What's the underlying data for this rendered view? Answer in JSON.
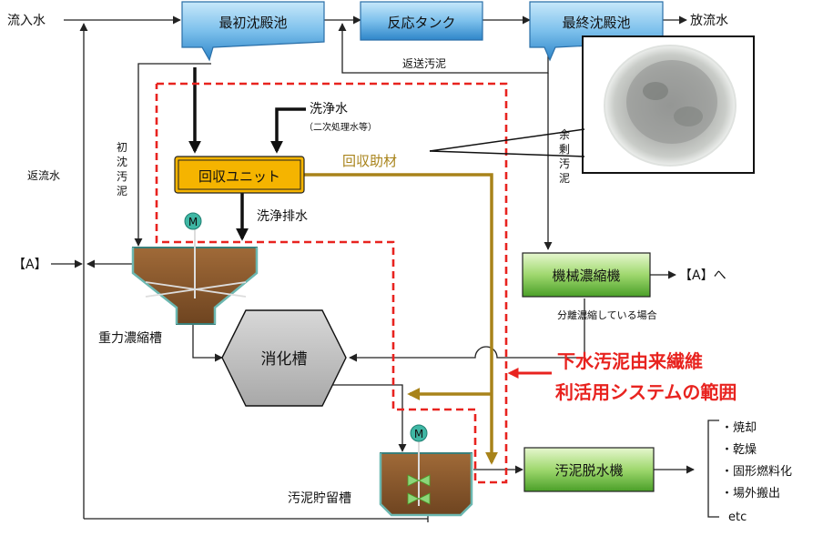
{
  "labels": {
    "inflow": "流入水",
    "primary_tank": "最初沈殿池",
    "reaction_tank": "反応タンク",
    "final_tank": "最終沈殿池",
    "effluent": "放流水",
    "return_sludge": "返送汚泥",
    "primary_sludge_v": [
      "初",
      "沈",
      "汚",
      "泥"
    ],
    "return_water": "返流水",
    "wash_water": "洗浄水",
    "wash_water_note": "（二次処理水等）",
    "recovery_unit": "回収ユニット",
    "recovery_aid": "回収助材",
    "wash_drain": "洗浄排水",
    "excess_sludge_v": [
      "余",
      "剰",
      "汚",
      "泥"
    ],
    "input_a": "【A】",
    "mech_thickener": "機械濃縮機",
    "to_a": "【A】へ",
    "separate_note": "分離濃縮している場合",
    "gravity_thickener": "重力濃縮槽",
    "digester": "消化槽",
    "system_scope_line1": "下水汚泥由来繊維",
    "system_scope_line2": "利活用システムの範囲",
    "dewatering": "汚泥脱水機",
    "storage_tank": "汚泥貯留槽",
    "motor": "M",
    "uses": [
      "・焼却",
      "・乾燥",
      "・固形燃料化",
      "・場外搬出"
    ],
    "uses_etc": "etc"
  },
  "colors": {
    "blue_box_top": "#bfe3f7",
    "blue_box_bottom": "#3a8fd0",
    "green_box_top": "#dff5c2",
    "green_box_bottom": "#4fae2c",
    "recovery_unit_fill": "#f5b400",
    "recovery_aid_line": "#a8831a",
    "scope_dash": "#e8231f",
    "scope_text": "#e8231f",
    "digester_fill": "#bcbcbc",
    "sludge_brown": "#8b5a2b",
    "motor_fill": "#3fb7a4"
  },
  "icons": [
    "sludge-fiber-photo",
    "motor-icon",
    "mixer-icon"
  ]
}
